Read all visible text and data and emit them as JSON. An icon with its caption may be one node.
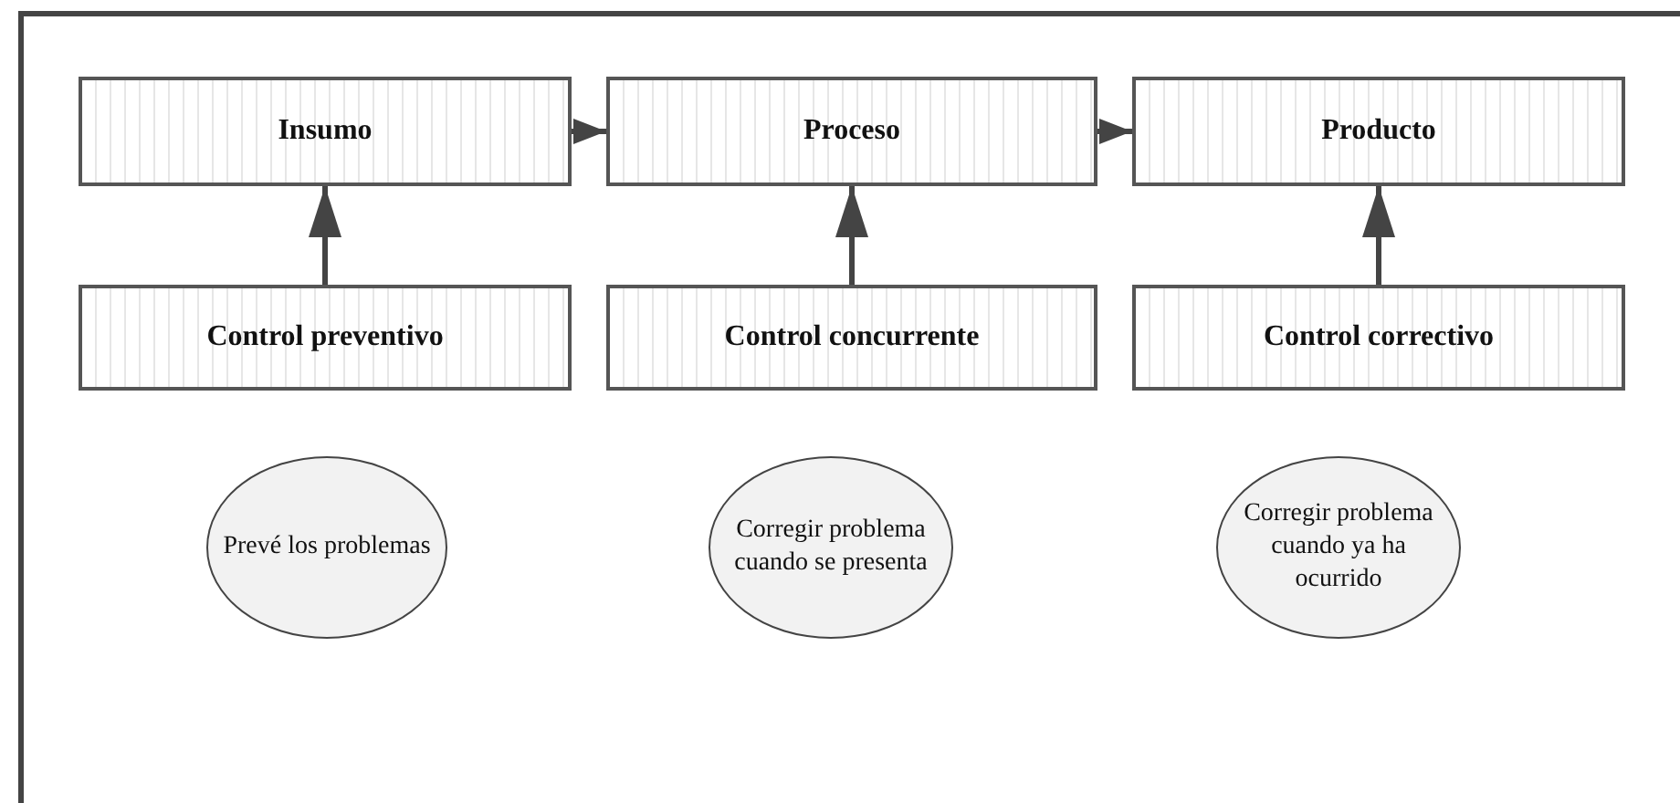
{
  "diagram": {
    "nodes": [
      {
        "text": [
          "Insumo"
        ]
      },
      {
        "text": [
          "Proceso"
        ]
      },
      {
        "text": [
          "Producto"
        ]
      },
      {
        "text": [
          "Control preventivo"
        ]
      },
      {
        "text": [
          "Control concurrente"
        ]
      },
      {
        "text": [
          "Control correctivo"
        ]
      },
      {
        "text": [
          "Prevé los problemas"
        ]
      },
      {
        "text": [
          "Corregir problema cuando se presenta"
        ]
      },
      {
        "text": [
          "Corregir problema cuando ya ha ocurrido"
        ]
      }
    ],
    "edges": [
      {
        "from": 0,
        "to": 1,
        "arrow": "to"
      },
      {
        "from": 1,
        "to": 2,
        "arrow": "to"
      },
      {
        "from": 3,
        "to": 0,
        "arrow": "to"
      },
      {
        "from": 4,
        "to": 1,
        "arrow": "to"
      },
      {
        "from": 5,
        "to": 2,
        "arrow": "to"
      }
    ]
  }
}
